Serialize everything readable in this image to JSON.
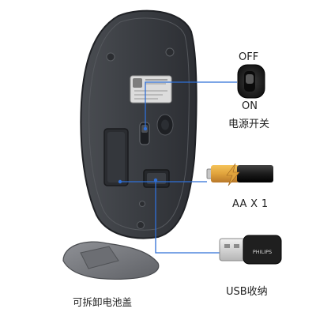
{
  "switch": {
    "off_label": "OFF",
    "on_label": "ON",
    "caption": "电源开关"
  },
  "battery": {
    "caption": "AA X 1"
  },
  "receiver": {
    "caption": "USB收纳",
    "brand": "PHILIPS"
  },
  "cover": {
    "caption": "可拆卸电池盖"
  },
  "colors": {
    "mouse_body": "#35383d",
    "callout_line": "#2f6fd6",
    "battery_gold": "#e2a640",
    "battery_black": "#1d1d1d"
  }
}
